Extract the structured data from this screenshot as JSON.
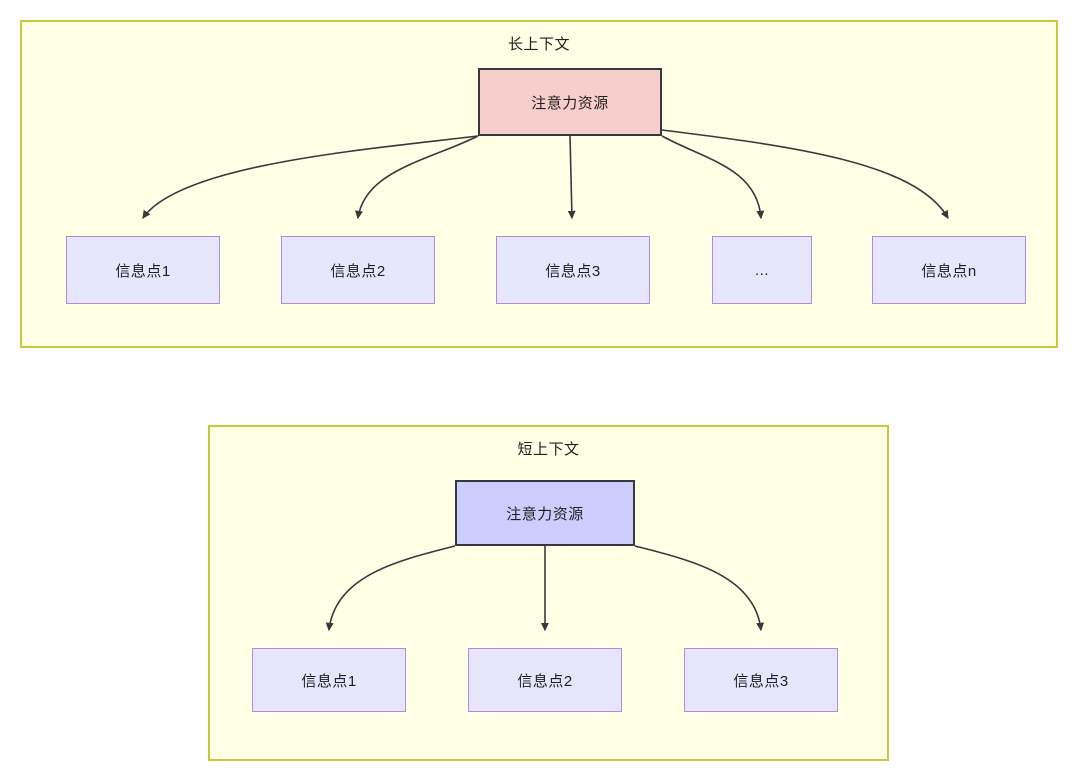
{
  "diagram": {
    "title_semantic": "attention-resource-allocation-long-vs-short-context",
    "colors": {
      "panel_fill": "#ffffe6",
      "panel_border": "#c8c840",
      "attention_long_fill": "#f8cecc",
      "attention_short_fill": "#ccccff",
      "node_border_dark": "#36393d",
      "info_fill": "#e6e6ff",
      "info_border": "#b18cdd",
      "edge_stroke": "#36393d",
      "text": "#1f1f1f"
    },
    "panels": [
      {
        "id": "long-context",
        "title": "长上下文",
        "root": {
          "label": "注意力资源"
        },
        "children": [
          {
            "label": "信息点1"
          },
          {
            "label": "信息点2"
          },
          {
            "label": "信息点3"
          },
          {
            "label": "..."
          },
          {
            "label": "信息点n"
          }
        ]
      },
      {
        "id": "short-context",
        "title": "短上下文",
        "root": {
          "label": "注意力资源"
        },
        "children": [
          {
            "label": "信息点1"
          },
          {
            "label": "信息点2"
          },
          {
            "label": "信息点3"
          }
        ]
      }
    ]
  }
}
